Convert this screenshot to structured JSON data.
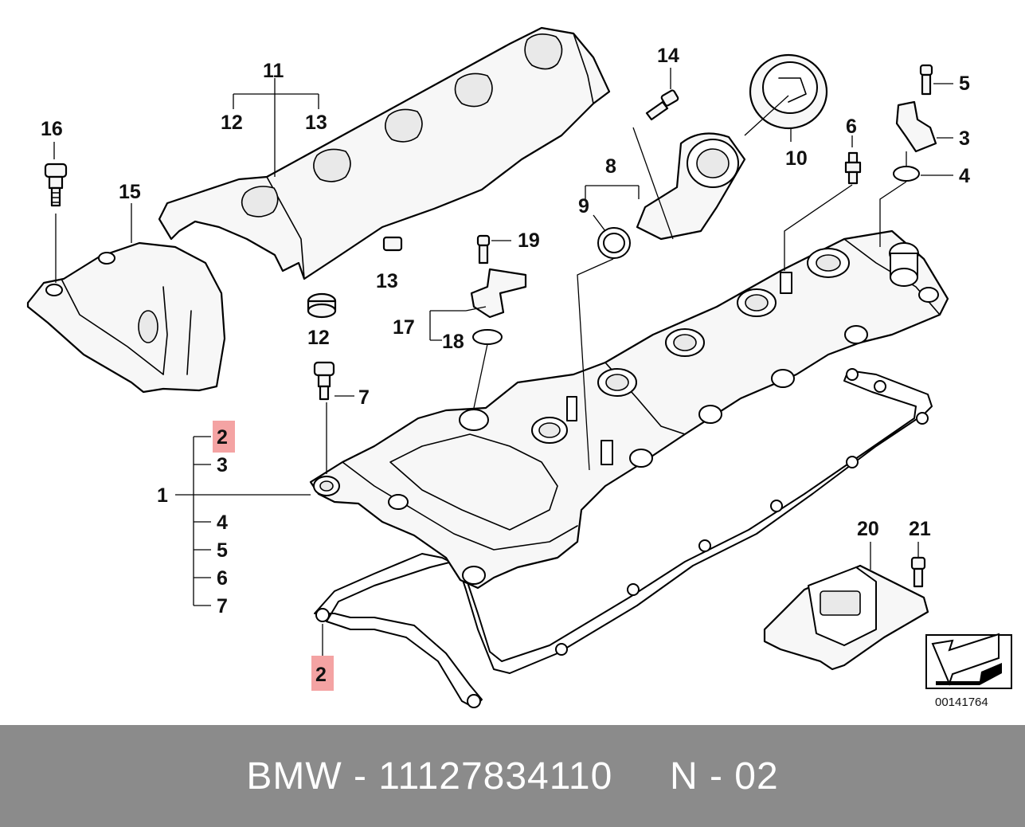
{
  "diagram": {
    "callouts": {
      "c11": "11",
      "c12a": "12",
      "c13a": "13",
      "c16": "16",
      "c15": "15",
      "c14": "14",
      "c10": "10",
      "c8": "8",
      "c9": "9",
      "c19": "19",
      "c13b": "13",
      "c12b": "12",
      "c17": "17",
      "c18": "18",
      "c7a": "7",
      "c6": "6",
      "c5a": "5",
      "c3a": "3",
      "c4a": "4",
      "c1": "1",
      "c2a": "2",
      "c3b": "3",
      "c4b": "4",
      "c5b": "5",
      "c6b": "6",
      "c7b": "7",
      "c2b": "2",
      "c20": "20",
      "c21": "21"
    },
    "highlight_color": "#f4a3a3",
    "reference_code": "00141764"
  },
  "footer": {
    "text": "BMW - 11127834110     N - 02",
    "background": "#8b8b8b"
  }
}
